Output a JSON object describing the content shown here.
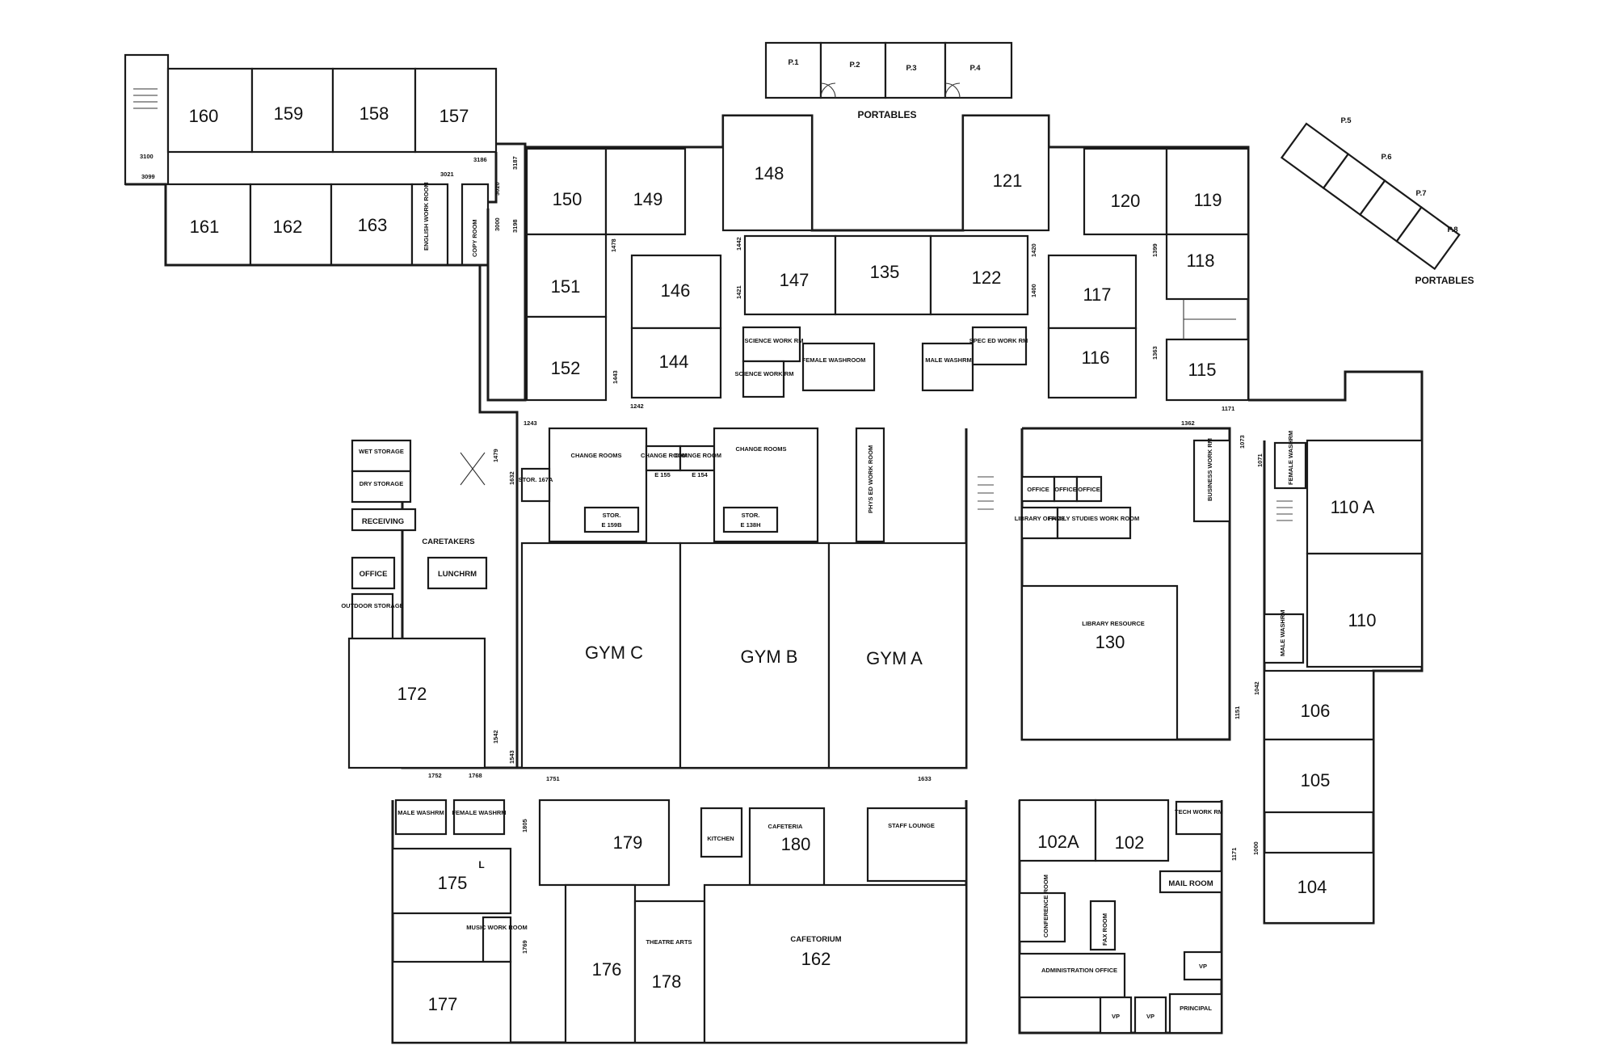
{
  "portables": {
    "top_heading": "PORTABLES",
    "right_heading": "PORTABLES",
    "units": [
      "P.1",
      "P.2",
      "P.3",
      "P.4",
      "P.5",
      "P.6",
      "P.7",
      "P.8"
    ]
  },
  "rooms": {
    "r160": "160",
    "r159": "159",
    "r158": "158",
    "r157": "157",
    "r161": "161",
    "r162": "162",
    "r163": "163",
    "english_work_room": "ENGLISH WORK ROOM",
    "copy_room": "COPY ROOM",
    "r150": "150",
    "r149": "149",
    "r148": "148",
    "r151": "151",
    "r146": "146",
    "r152": "152",
    "r144": "144",
    "r147": "147",
    "r135": "135",
    "r122": "122",
    "science_work_rm_1": "SCIENCE WORK RM",
    "science_work_rm_2": "SCIENCE WORK RM",
    "female_washroom": "FEMALE WASHROOM",
    "male_washrm_top": "MALE WASHRM",
    "spec_ed_work_rm": "SPEC ED WORK RM",
    "r121": "121",
    "r120": "120",
    "r119": "119",
    "r118": "118",
    "r117": "117",
    "r116": "116",
    "r115": "115",
    "wet_storage": "WET STORAGE",
    "dry_storage": "DRY STORAGE",
    "receiving": "RECEIVING",
    "caretakers": "CARETAKERS",
    "office": "OFFICE",
    "lunchrm": "LUNCHRM",
    "outdoor_storage": "OUTDOOR STORAGE",
    "r172": "172",
    "change_rooms_1": "CHANGE ROOMS",
    "change_room_a": "CHANGE ROOM",
    "change_room_b": "CHANGE ROOM",
    "change_rooms_2": "CHANGE ROOMS",
    "stor_167a": "STOR. 167A",
    "stor_1": "STOR.",
    "stor_1_code": "E 159B",
    "stor_2": "STOR.",
    "stor_2_code": "E 138H",
    "code_e155": "E 155",
    "code_e154": "E 154",
    "phys_ed_work_room": "PHYS ED WORK ROOM",
    "gym_c": "GYM C",
    "gym_b": "GYM B",
    "gym_a": "GYM A",
    "library_office": "LIBRARY OFFICE",
    "family_studies_work_room": "FAMILY STUDIES WORK ROOM",
    "business_work_rm": "BUSINESS WORK RM",
    "library_resource": "LIBRARY RESOURCE",
    "r130": "130",
    "female_washrm_right": "FEMALE WASHRM",
    "r110a": "110 A",
    "r110": "110",
    "male_washrm_right": "MALE WASHRM",
    "r106": "106",
    "r105": "105",
    "r104": "104",
    "male_washrm_bottom": "MALE WASHRM",
    "female_washrm_bottom": "FEMALE WASHRM",
    "r179": "179",
    "kitchen": "KITCHEN",
    "cafeteria": "CAFETERIA",
    "r180": "180",
    "staff_lounge": "STAFF LOUNGE",
    "r175": "175",
    "music_work_room": "MUSIC WORK ROOM",
    "r177": "177",
    "r176": "176",
    "theatre_arts": "THEATRE ARTS",
    "r178": "178",
    "cafetorium": "CAFETORIUM",
    "r162b": "162",
    "r102a": "102A",
    "r102": "102",
    "tech_work_rm": "TECH WORK RM",
    "mail_room": "MAIL ROOM",
    "conference_room": "CONFERENCE ROOM",
    "fax_room": "FAX ROOM",
    "administration_office": "ADMINISTRATION OFFICE",
    "vp1": "VP",
    "vp2": "VP",
    "vp3": "VP",
    "principal": "PRINCIPAL",
    "office_s1": "OFFICE",
    "office_s2": "OFFICE",
    "office_s3": "OFFICE",
    "l_mark": "L"
  },
  "door_numbers": {
    "d3100": "3100",
    "d3099": "3099",
    "d3021": "3021",
    "d3186": "3186",
    "d3187": "3187",
    "d3020": "3020",
    "d3198": "3198",
    "d3000": "3000",
    "d1478": "1478",
    "d1442": "1442",
    "d1421": "1421",
    "d1420": "1420",
    "d1400": "1400",
    "d1399": "1399",
    "d1363": "1363",
    "d1443": "1443",
    "d1242": "1242",
    "d1171a": "1171",
    "d1243": "1243",
    "d1479": "1479",
    "d1632": "1632",
    "d1362": "1362",
    "d1073": "1073",
    "d1071": "1071",
    "d1151": "1151",
    "d1042": "1042",
    "d1542": "1542",
    "d1543": "1543",
    "d1752": "1752",
    "d1768": "1768",
    "d1751": "1751",
    "d1633": "1633",
    "d1805": "1805",
    "d1769": "1769",
    "d1171b": "1171",
    "d1000": "1000"
  }
}
